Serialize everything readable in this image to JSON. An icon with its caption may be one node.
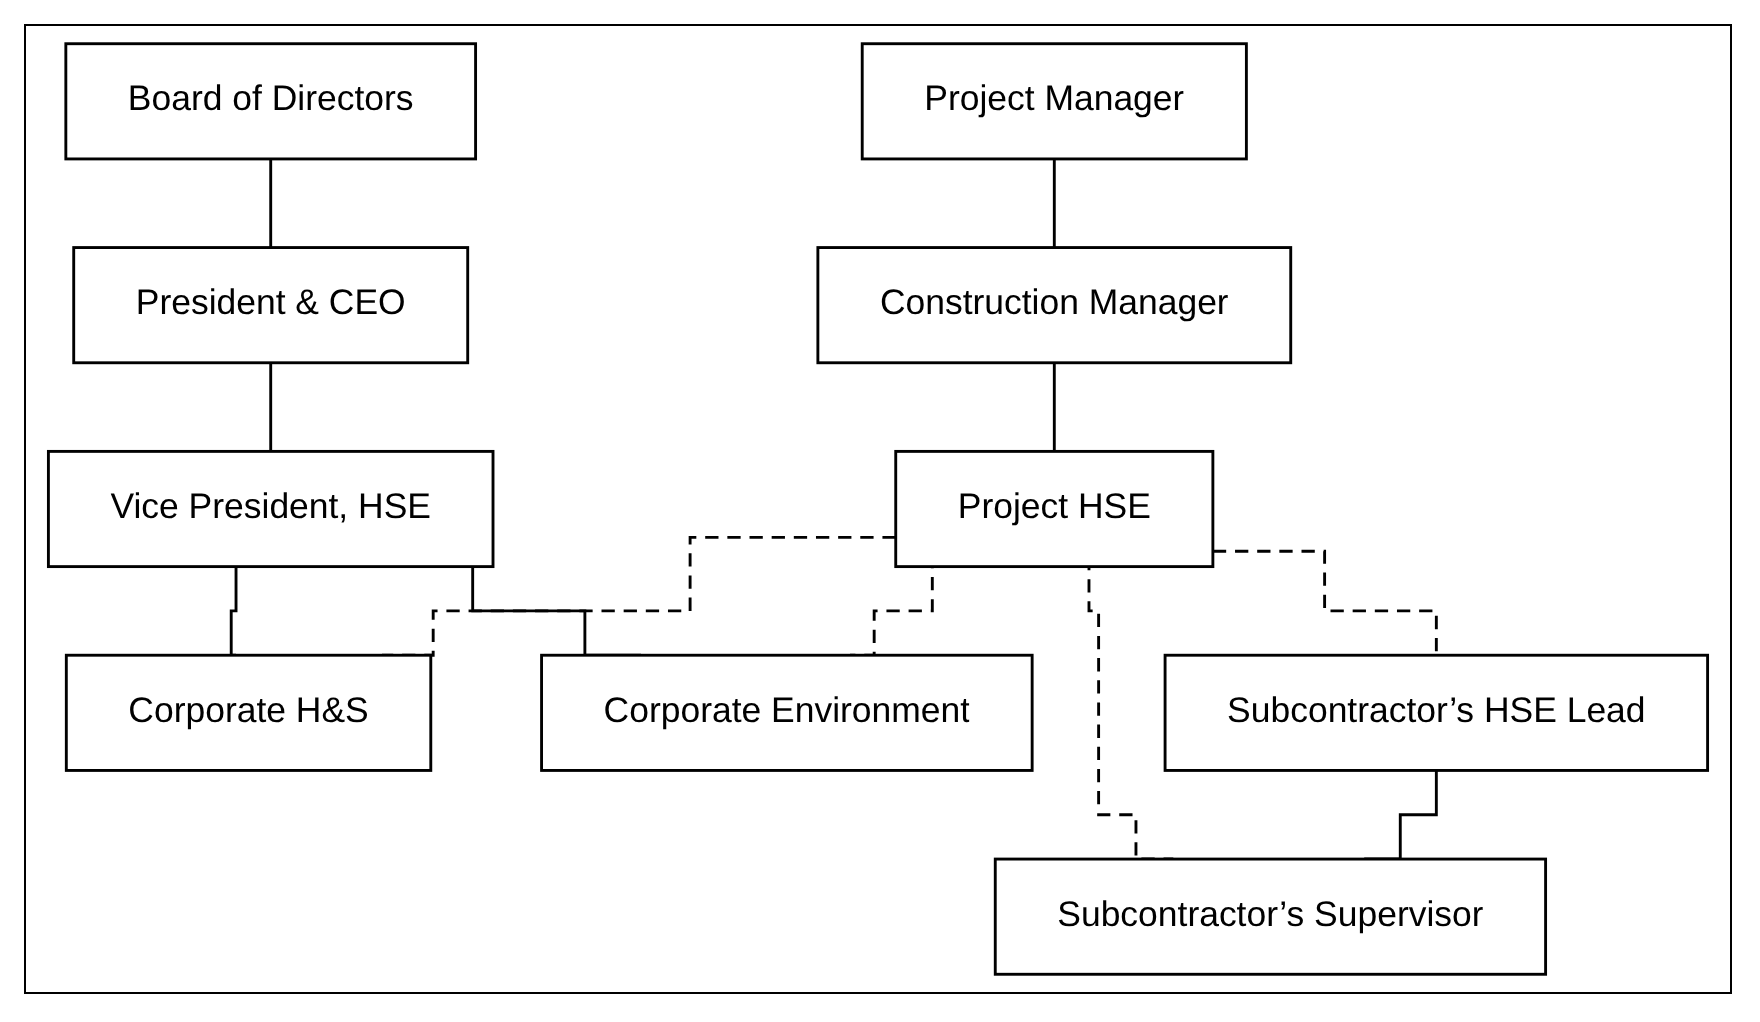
{
  "diagram": {
    "nodes": [
      {
        "text": [
          "Board of Directors"
        ]
      },
      {
        "text": [
          "President & CEO"
        ]
      },
      {
        "text": [
          "Vice President, HSE"
        ]
      },
      {
        "text": [
          "Corporate H&S"
        ]
      },
      {
        "text": [
          "Corporate Environment"
        ]
      },
      {
        "text": [
          "Project Manager"
        ]
      },
      {
        "text": [
          "Construction Manager"
        ]
      },
      {
        "text": [
          "Project HSE"
        ]
      },
      {
        "text": [
          "Subcontractor’s HSE Lead"
        ]
      },
      {
        "text": [
          "Subcontractor’s Supervisor"
        ]
      }
    ],
    "edges": [
      {
        "from": 0,
        "to": 1,
        "arrow": "none"
      },
      {
        "from": 1,
        "to": 2,
        "arrow": "none"
      },
      {
        "from": 2,
        "to": 3,
        "arrow": "none"
      },
      {
        "from": 2,
        "to": 4,
        "arrow": "none"
      },
      {
        "from": 5,
        "to": 6,
        "arrow": "none"
      },
      {
        "from": 6,
        "to": 7,
        "arrow": "none"
      },
      {
        "from": 7,
        "to": 3,
        "arrow": "none",
        "style": "dashed"
      },
      {
        "from": 7,
        "to": 4,
        "arrow": "none",
        "style": "dashed"
      },
      {
        "from": 7,
        "to": 8,
        "arrow": "none",
        "style": "dashed"
      },
      {
        "from": 7,
        "to": 9,
        "arrow": "none",
        "style": "dashed"
      },
      {
        "from": 8,
        "to": 9,
        "arrow": "none"
      }
    ]
  }
}
